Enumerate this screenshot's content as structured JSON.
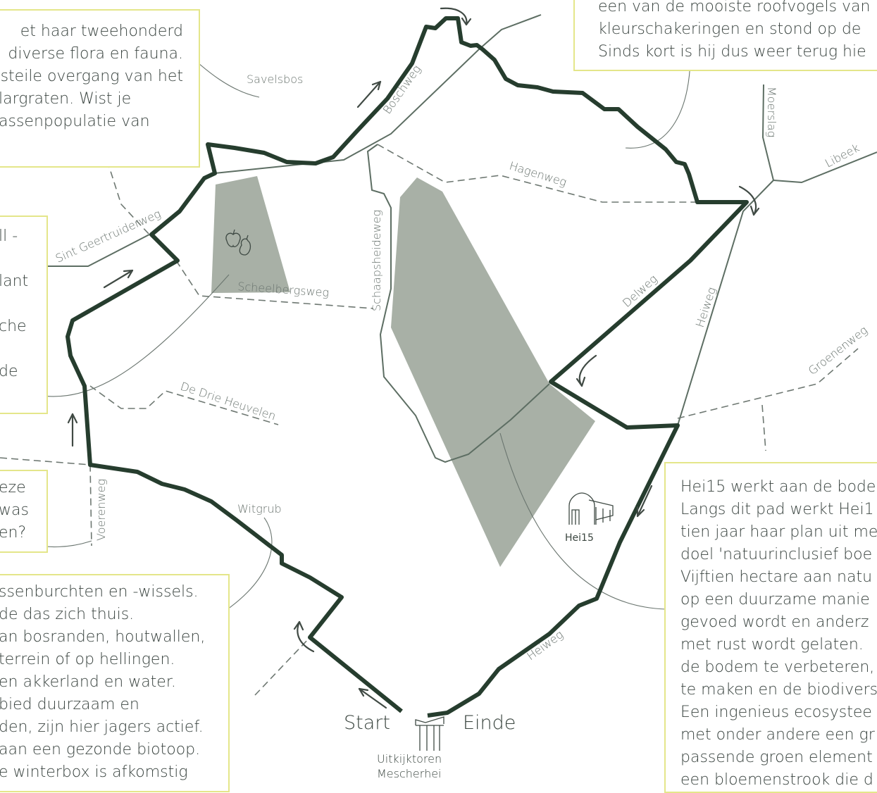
{
  "colors": {
    "route": "#263d2e",
    "road": "#5d6e63",
    "area": "#a8b0a6",
    "box_border": "#e4e68a",
    "label": "#6b7570"
  },
  "route_labels": {
    "start": "Start",
    "end": "Einde"
  },
  "landmarks": {
    "tower_line1": "Uitkijktoren",
    "tower_line2": "Mescherhei",
    "farm": "Hei15"
  },
  "streets": {
    "savelsbos": "Savelsbos",
    "boschweg": "Boschweg",
    "moerslag": "Moerslag",
    "libeek": "Libeek",
    "hagenweg": "Hagenweg",
    "sint_geertruiderweg": "Sint Geertruiderweg",
    "schaapsheideweg": "Schaapsheideweg",
    "scheelbergsweg": "Scheelbergsweg",
    "delweg": "Delweg",
    "heiweg_north": "Heiweg",
    "groenenweg": "Groenenweg",
    "de_drie_heuvelen": "De Drie Heuvelen",
    "voerenweg": "Voerenweg",
    "witgrub": "Witgrub",
    "heiweg_south": "Heiweg"
  },
  "icons": [
    "fruit-icon",
    "tower-icon",
    "farm-icon",
    "direction-arrow-icon"
  ],
  "info_boxes": {
    "top_left": [
      "et haar tweehonderd",
      "diverse flora en fauna.",
      "steile overgang van het",
      "largraten. Wist je",
      "assenpopulatie van"
    ],
    "top_right": [
      "een van de mooiste roofvogels van",
      "kleurschakeringen en stond op de",
      "Sinds kort is hij dus weer terug hie"
    ],
    "mid_left": [
      "ll -",
      "",
      "lant",
      "",
      "che",
      "",
      "de"
    ],
    "small_left": [
      "eze",
      "was",
      "en?"
    ],
    "bottom_left": [
      "ssenburchten en -wissels.",
      " de das zich thuis.",
      "an bosranden, houtwallen,",
      " terrein of op hellingen.",
      "en akkerland en water.",
      "bied duurzaam en",
      "den, zijn hier jagers actief.",
      "aan een gezonde biotoop.",
      "e winterbox is afkomstig"
    ],
    "bottom_right": [
      "Hei15 werkt aan de bode",
      "Langs dit pad werkt Hei1",
      "tien jaar haar plan uit me",
      "doel 'natuurinclusief boe",
      "Vijftien hectare aan natu",
      "op een duurzame manie",
      "gevoed wordt en anderz",
      "met rust wordt gelaten.",
      "de bodem te verbeteren,",
      "te maken en de biodivers",
      "Een ingenieus ecosystee",
      "met onder andere een gr",
      "passende groen element",
      "een bloemenstrook die d"
    ]
  }
}
